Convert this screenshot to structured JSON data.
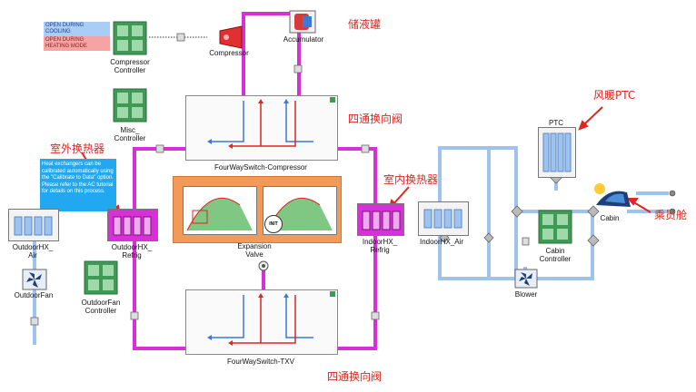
{
  "legend": {
    "cooling": "OPEN DURING COOLING",
    "heating": "OPEN DURING HEATING MODE",
    "cooling_color": "#a9cdf5",
    "heating_color": "#f5a3a3"
  },
  "note": "Heat exchangers can be calibrated automatically using the \"Calibrate to Data\" option. Please refer to the AC tutorial for details on this process.",
  "components": {
    "compressor_controller": "Compressor\nController",
    "compressor": "Compressor",
    "accumulator": "Accumulator",
    "misc_controller": "Misc_\nController",
    "fourway_compressor": "FourWaySwitch-Compressor",
    "fourway_txv": "FourWaySwitch-TXV",
    "expansion_valve": "Expansion\nValve",
    "init": "INIT",
    "outdoor_hx_air": "OutdoorHX_\nAir",
    "outdoor_hx_refrig": "OutdoorHX_\nRefrig",
    "outdoor_fan": "OutdoorFan",
    "outdoor_fan_controller": "OutdoorFan\nController",
    "indoor_hx_refrig": "IndoorHX_\nRefrig",
    "indoor_hx_air": "IndoorHX_Air",
    "ptc": "PTC",
    "cabin": "Cabin",
    "cabin_controller": "Cabin\nController",
    "blower": "Blower"
  },
  "annotations": {
    "accumulator_cn": "储液罐",
    "fourway_top_cn": "四通换向阀",
    "fourway_bottom_cn": "四通换向阀",
    "outdoor_hx_cn": "室外换热器",
    "indoor_hx_cn": "室内换热器",
    "ptc_cn": "风暖PTC",
    "cabin_cn": "乘员舱"
  },
  "colors": {
    "refrigerant_pipe": "#d630d6",
    "air_pipe": "#9dc3ee",
    "annotation": "#e0261f",
    "controller_green": "#3f9a55",
    "expansion_bg": "#f39a5b"
  }
}
